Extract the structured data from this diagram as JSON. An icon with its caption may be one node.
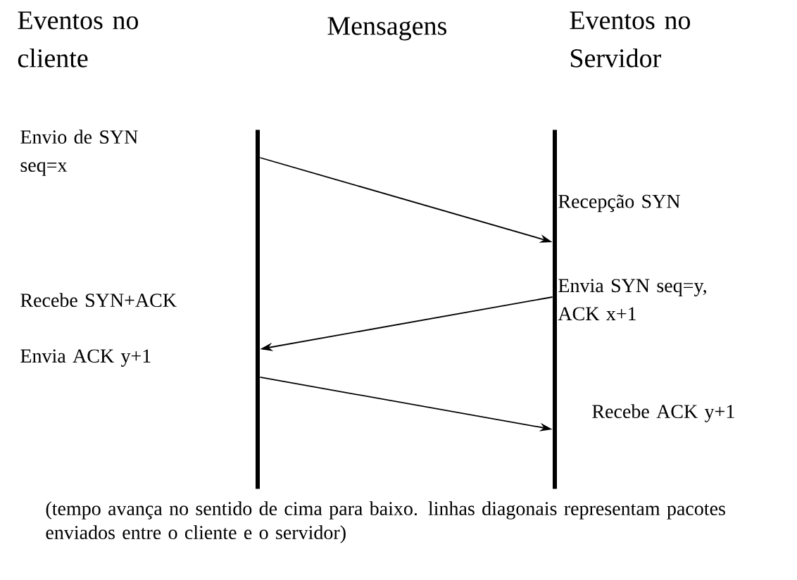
{
  "diagram": {
    "caption": "(tempo avança no sentido de cima para baixo. linhas diagonais representam pacotes enviados entre o cliente e o servidor)",
    "nodes": [
      {
        "text": [],
        "shape": "bar"
      },
      {
        "text": [],
        "shape": "bar"
      }
    ],
    "edges": [
      {
        "from": 0,
        "to": 1,
        "arrow": "to"
      },
      {
        "from": 1,
        "to": 0,
        "arrow": "to"
      },
      {
        "from": 0,
        "to": 1,
        "arrow": "to"
      }
    ],
    "labels": [
      "Eventos no cliente",
      "Mensagens",
      "Eventos no Servidor",
      "Envio de SYN seq=x",
      "Recepção SYN",
      "Envia SYN seq=y, ACK x+1",
      "Recebe SYN+ACK",
      "Envia ACK y+1",
      "Recebe ACK y+1"
    ]
  }
}
